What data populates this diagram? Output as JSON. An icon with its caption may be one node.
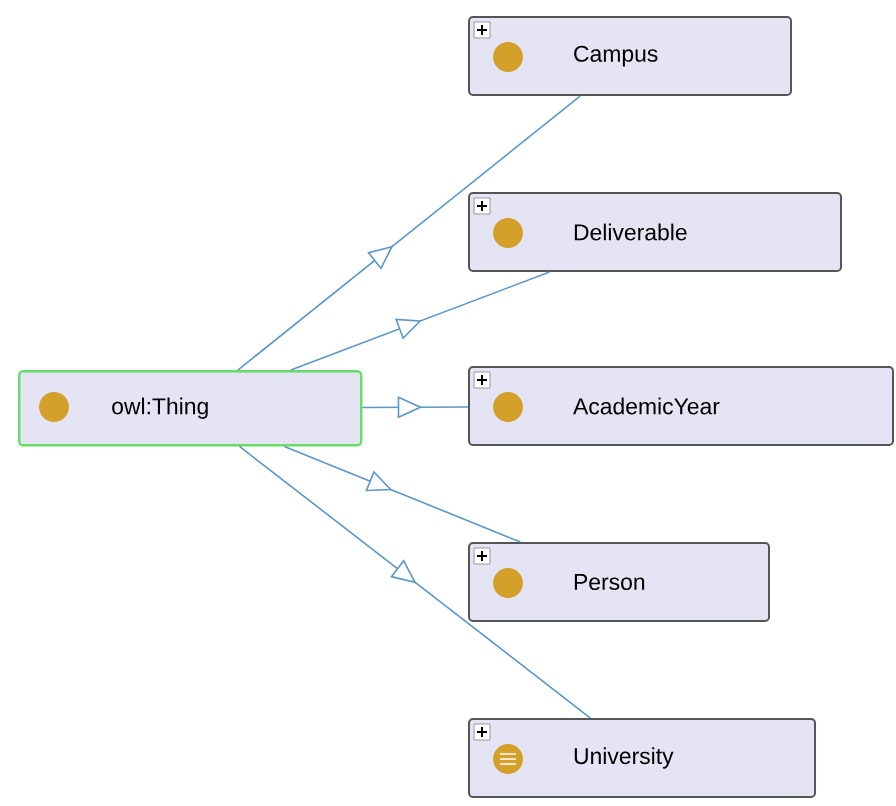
{
  "diagram": {
    "nodes": [
      {
        "text": [
          "owl:Thing"
        ]
      },
      {
        "text": [
          "Campus"
        ]
      },
      {
        "text": [
          "Deliverable"
        ]
      },
      {
        "text": [
          "AcademicYear"
        ]
      },
      {
        "text": [
          "Person"
        ]
      },
      {
        "text": [
          "University"
        ]
      }
    ],
    "edges": [
      {
        "from": 0,
        "to": 1,
        "arrow": "to"
      },
      {
        "from": 0,
        "to": 2,
        "arrow": "to"
      },
      {
        "from": 0,
        "to": 3,
        "arrow": "to"
      },
      {
        "from": 0,
        "to": 4,
        "arrow": "to"
      },
      {
        "from": 0,
        "to": 5,
        "arrow": "to"
      }
    ]
  }
}
